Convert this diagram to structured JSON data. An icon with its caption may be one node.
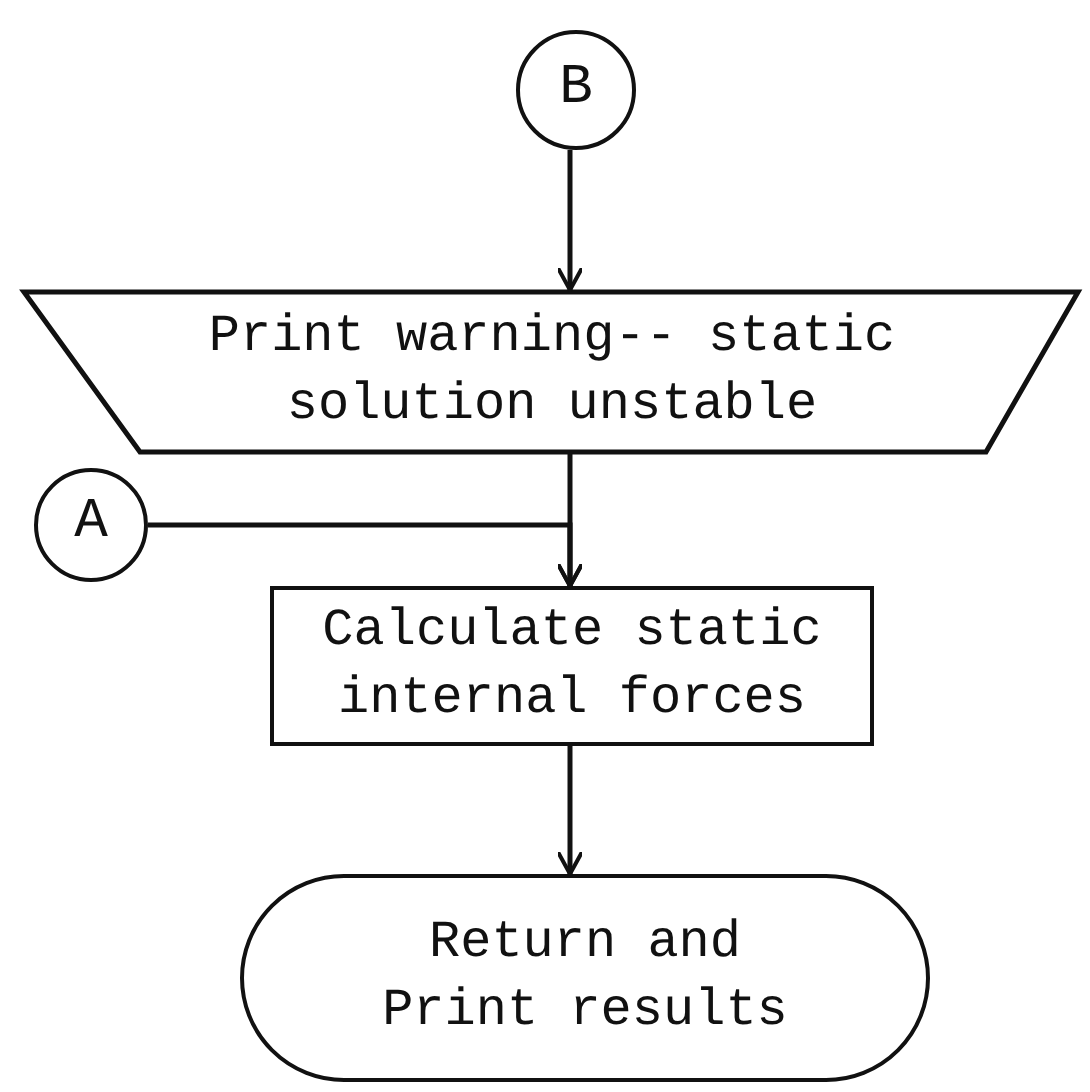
{
  "diagram": {
    "nodes": [
      {
        "text": [
          "B"
        ]
      },
      {
        "text": [
          "Print warning-- static solution unstable"
        ]
      },
      {
        "text": [
          "A"
        ]
      },
      {
        "text": [
          "Calculate static internal forces"
        ]
      },
      {
        "text": [
          "Return and Print results"
        ]
      }
    ],
    "edges": [
      {
        "from": 0,
        "to": 1,
        "arrow": "to"
      },
      {
        "from": 1,
        "to": 3,
        "arrow": "to"
      },
      {
        "from": 2,
        "to": 3,
        "arrow": "to"
      },
      {
        "from": 3,
        "to": 4,
        "arrow": "to"
      }
    ]
  }
}
